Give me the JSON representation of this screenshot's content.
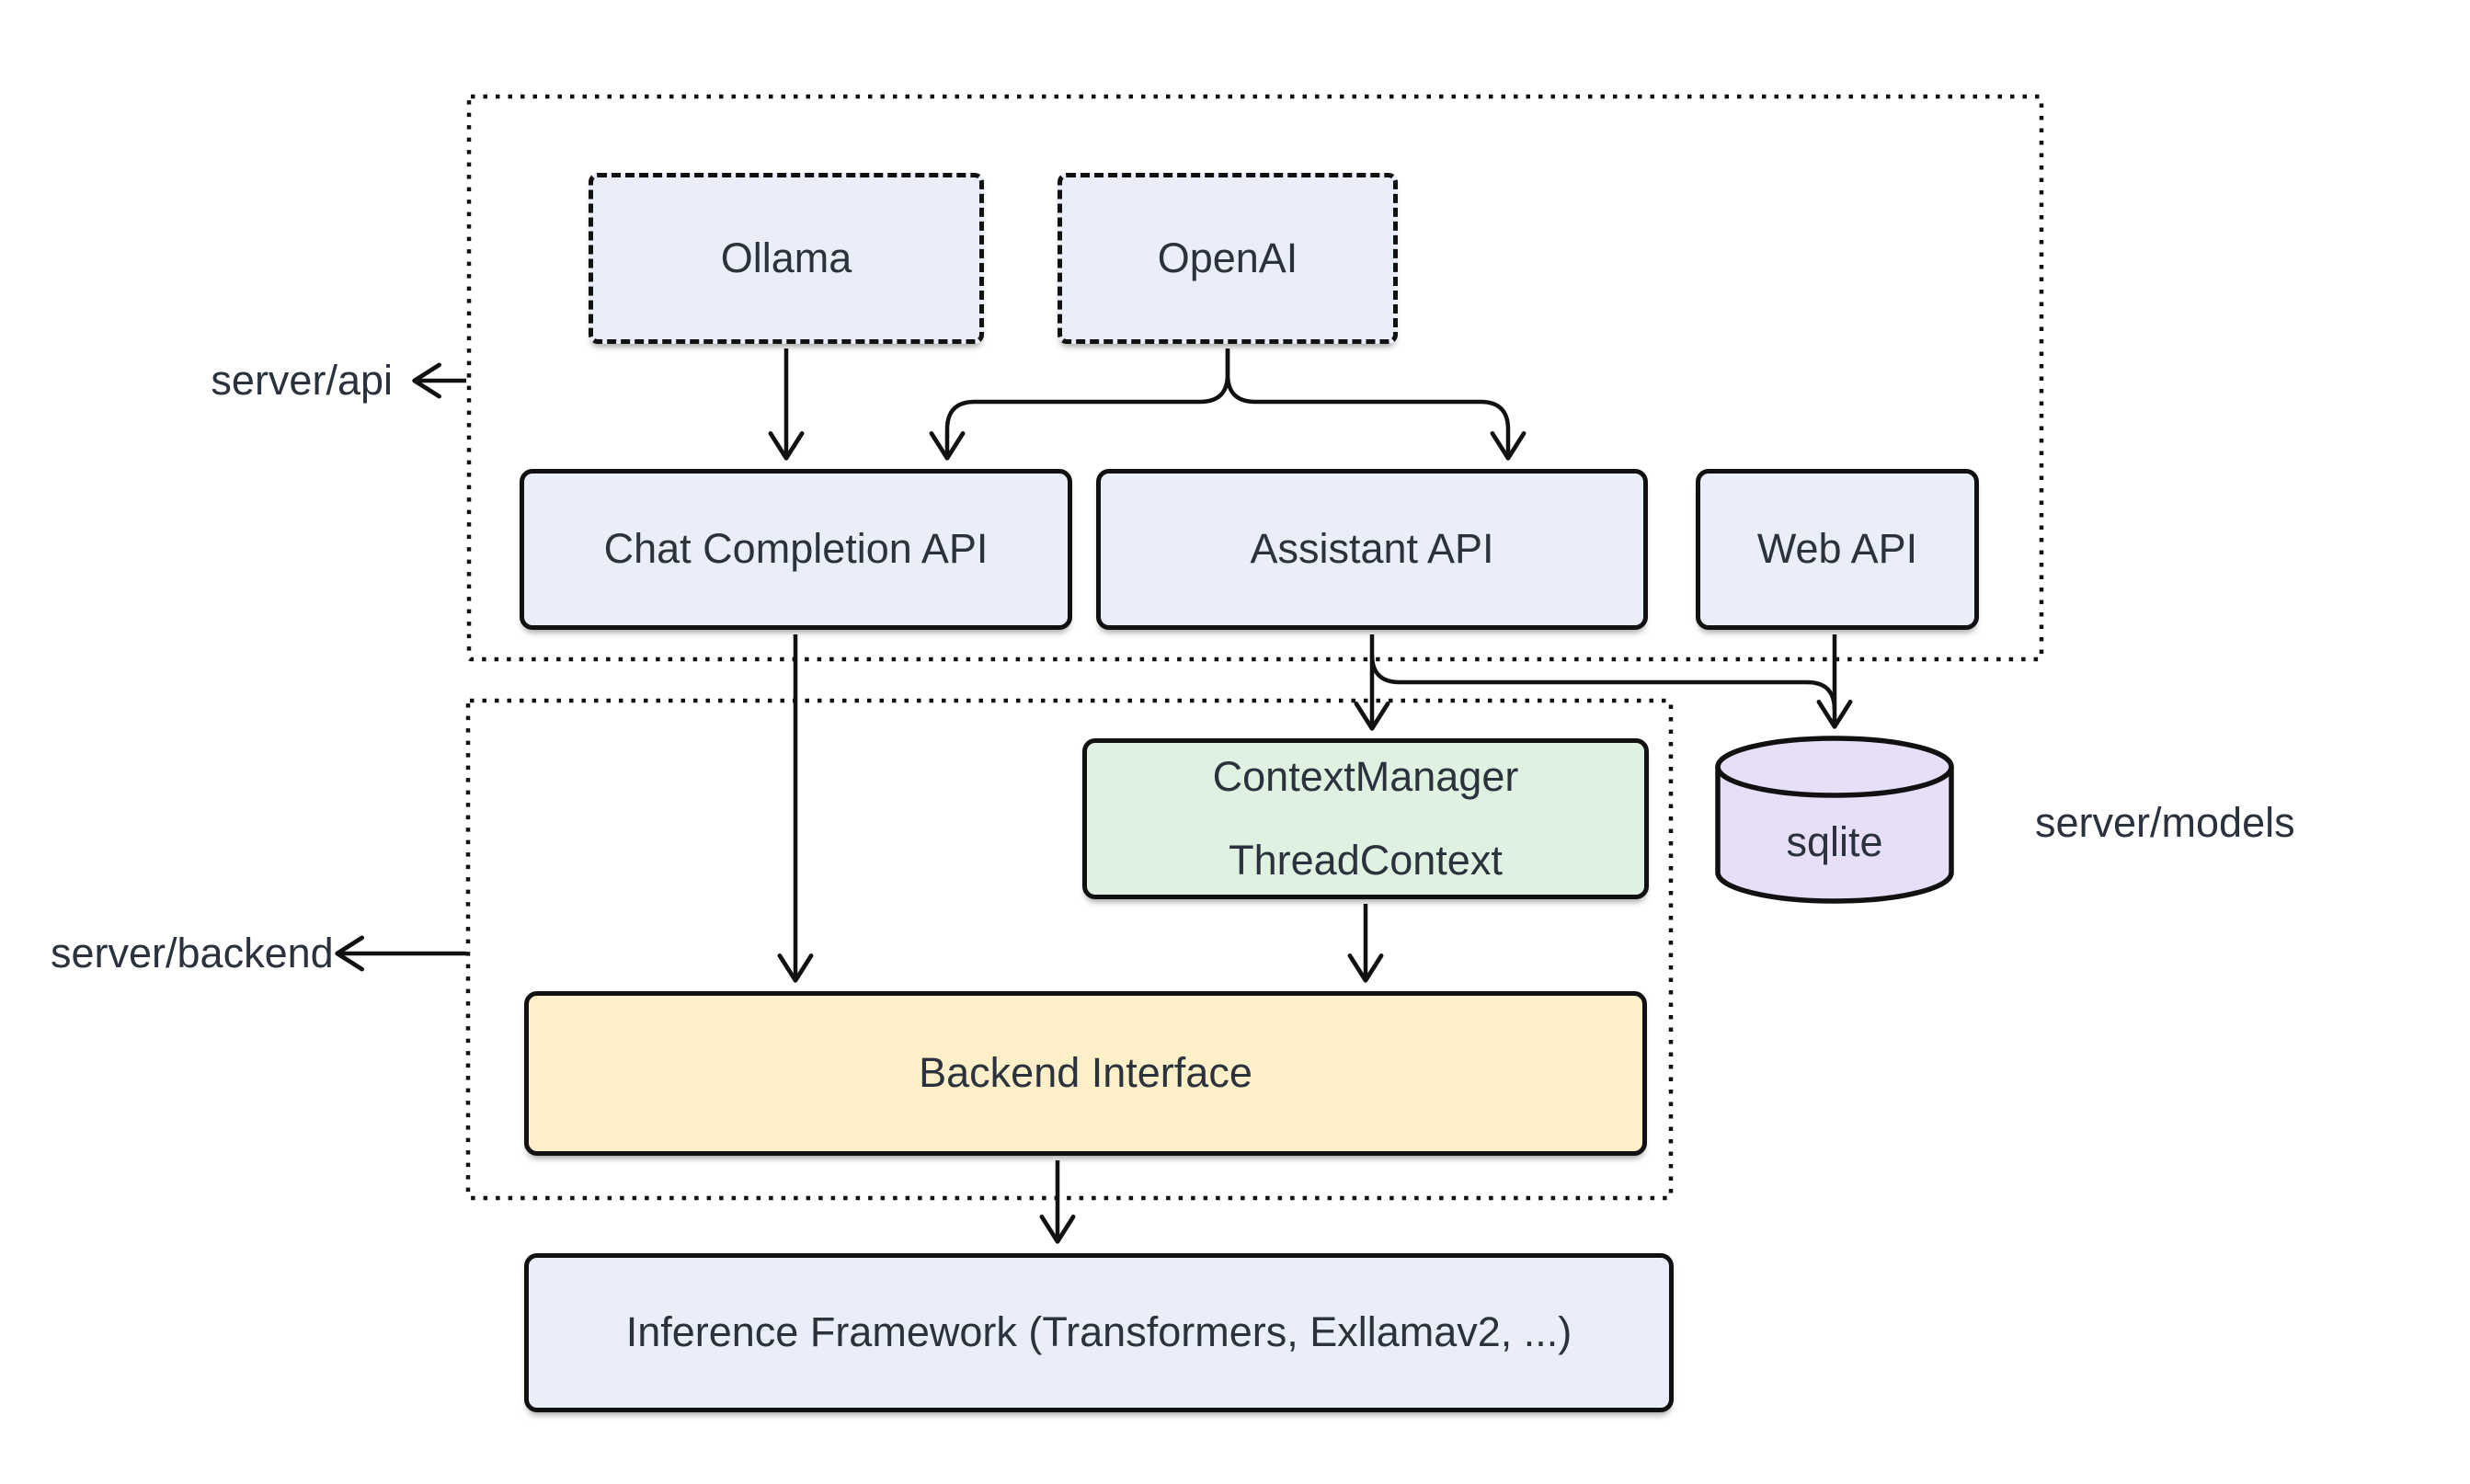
{
  "diagram": {
    "groups": {
      "api": {
        "label": "server/api"
      },
      "backend": {
        "label": "server/backend"
      },
      "models": {
        "label": "server/models"
      }
    },
    "nodes": {
      "ollama": {
        "label": "Ollama"
      },
      "openai": {
        "label": "OpenAI"
      },
      "chat_completion_api": {
        "label": "Chat Completion API"
      },
      "assistant_api": {
        "label": "Assistant API"
      },
      "web_api": {
        "label": "Web API"
      },
      "context_manager": {
        "label_line1": "ContextManager",
        "label_line2": "ThreadContext"
      },
      "sqlite": {
        "label": "sqlite"
      },
      "backend_interface": {
        "label": "Backend Interface"
      },
      "inference_framework": {
        "label": "Inference Framework (Transformers, Exllamav2, ...)"
      }
    },
    "edges": [
      {
        "from": "Ollama",
        "to": "Chat Completion API"
      },
      {
        "from": "OpenAI",
        "to": "Chat Completion API"
      },
      {
        "from": "OpenAI",
        "to": "Assistant API"
      },
      {
        "from": "Chat Completion API",
        "to": "Backend Interface"
      },
      {
        "from": "Assistant API",
        "to": "ContextManager / ThreadContext"
      },
      {
        "from": "Assistant API",
        "to": "sqlite"
      },
      {
        "from": "Web API",
        "to": "sqlite"
      },
      {
        "from": "ContextManager / ThreadContext",
        "to": "Backend Interface"
      },
      {
        "from": "Backend Interface",
        "to": "Inference Framework"
      }
    ],
    "colors": {
      "node_blue": "#e9eefa",
      "node_green": "#dff1e0",
      "node_yellow": "#fdefc8",
      "node_purple": "#e7def8",
      "line": "#111111",
      "text": "#2b323d"
    }
  }
}
